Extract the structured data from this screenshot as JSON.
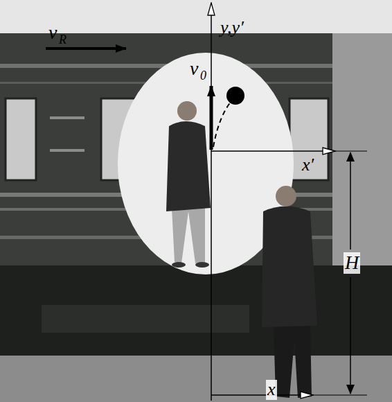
{
  "diagram": {
    "labels": [
      "v",
      "R",
      "y,y′",
      "v",
      "0",
      "x′",
      "H",
      "x"
    ]
  }
}
